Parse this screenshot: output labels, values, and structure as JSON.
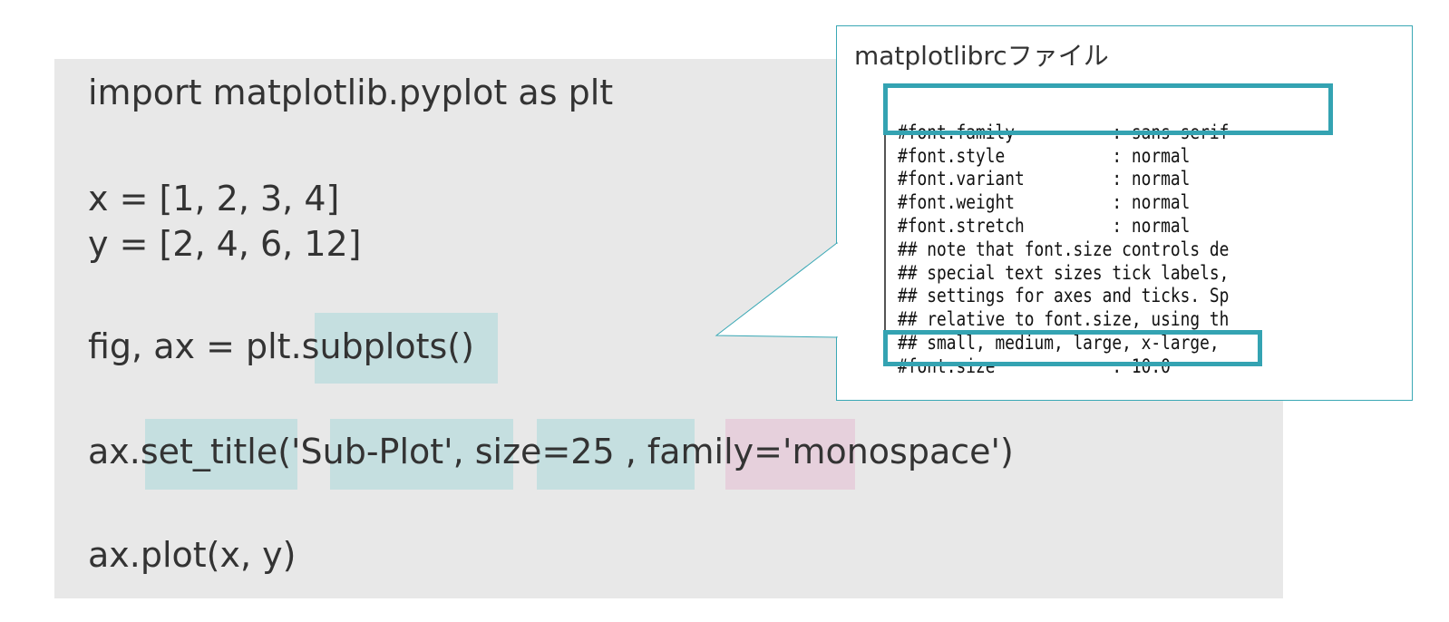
{
  "code": {
    "line1": "import matplotlib.pyplot as plt",
    "line2": "x = [1, 2, 3, 4]",
    "line3": "y = [2, 4, 6, 12]",
    "line4": "fig, ax = plt.subplots()",
    "line5": "ax.set_title('Sub-Plot', size=25 , family='monospace')",
    "line6": "ax.plot(x, y)"
  },
  "highlight_colors": {
    "teal": "#c5dfe0",
    "pink": "#e6d0dc",
    "frame": "#34a3b2"
  },
  "callout": {
    "title": "matplotlibrcファイル",
    "lines": [
      "#font.family          : sans-serif",
      "#font.style           : normal",
      "#font.variant         : normal",
      "#font.weight          : normal",
      "#font.stretch         : normal",
      "## note that font.size controls de",
      "## special text sizes tick labels,",
      "## settings for axes and ticks. Sp",
      "## relative to font.size, using th",
      "## small, medium, large, x-large,",
      "#font.size            : 10.0"
    ]
  }
}
